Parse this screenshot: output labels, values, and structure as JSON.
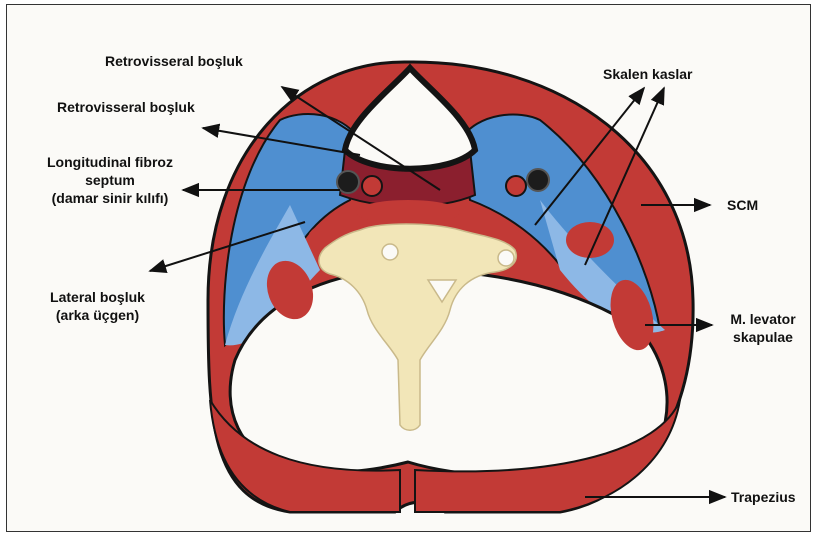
{
  "labels": {
    "retro_top": "Retrovisseral boşluk",
    "retro_mid": "Retrovisseral boşluk",
    "septum_line1": "Longitudinal fibroz",
    "septum_line2": "septum",
    "septum_line3": "(damar sinir kılıfı)",
    "lateral_line1": "Lateral boşluk",
    "lateral_line2": "(arka üçgen)",
    "skalen": "Skalen kaslar",
    "scm": "SCM",
    "levator_line1": "M. levator",
    "levator_line2": "skapulae",
    "trapezius": "Trapezius"
  },
  "colors": {
    "muscle": "#c23a36",
    "muscle_dark": "#a52a2a",
    "fascia_blue": "#4f8fd0",
    "fascia_light": "#8db8e6",
    "bone": "#f2e6b8",
    "visceral": "#8b1f2e",
    "outline": "#141414"
  }
}
